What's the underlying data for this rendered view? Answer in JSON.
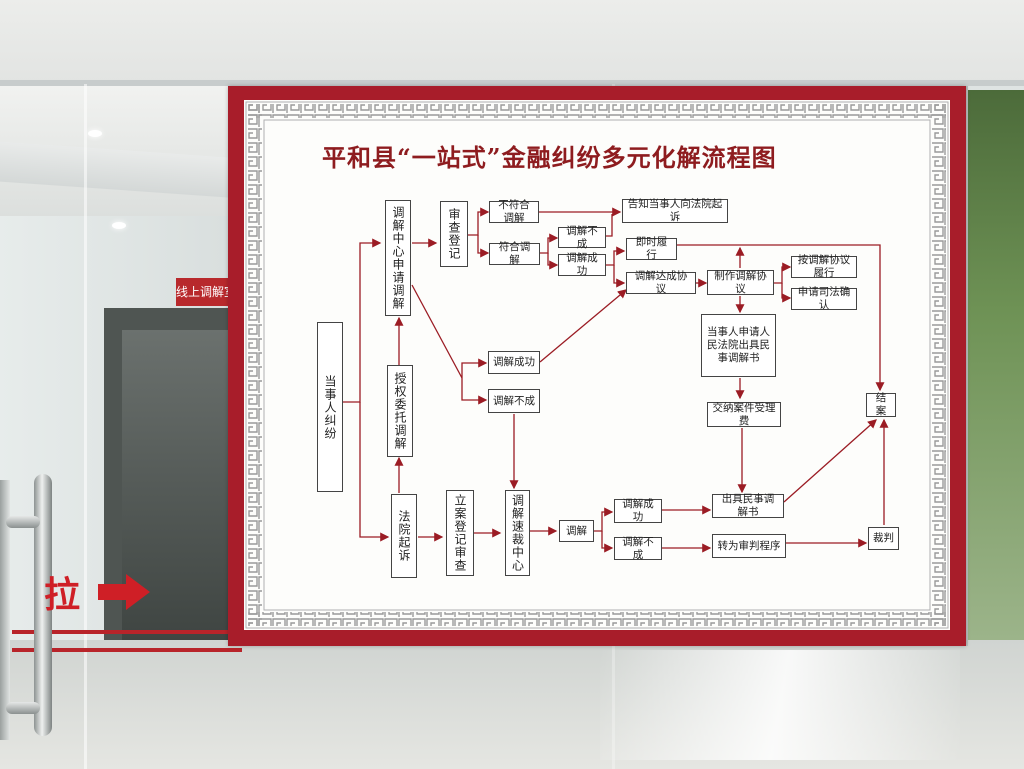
{
  "scene": {
    "door_label": "拉",
    "room_sign": "线上调解室"
  },
  "poster": {
    "title": "平和县“一站式”金融纠纷多元化解流程图",
    "nodes": {
      "party": "当事人纠纷",
      "mediation_center_apply": "调解中心申请调解",
      "authorize": "授权委托调解",
      "court_suit": "法院起诉",
      "review_register": "审查登记",
      "not_fit": "不符合调解",
      "fit": "符合调解",
      "notify_court": "告知当事人向法院起诉",
      "mediation_fail_1": "调解不成",
      "mediation_success_1": "调解成功",
      "immediate_perform": "即时履行",
      "agreement_reached": "调解达成协议",
      "make_agreement": "制作调解协议",
      "perform_by_agreement": "按调解协议履行",
      "judicial_confirm": "申请司法确认",
      "apply_court_doc": "当事人申请人民法院出具民事调解书",
      "pay_fee": "交纳案件受理费",
      "mediation_success_2": "调解成功",
      "mediation_fail_2": "调解不成",
      "close_case": "结案",
      "filing_review": "立案登记审查",
      "speedy_center": "调解速裁中心",
      "mediate": "调解",
      "mediation_success_3": "调解成功",
      "mediation_fail_3": "调解不成",
      "issue_doc": "出具民事调解书",
      "to_trial": "转为审判程序",
      "judgment": "裁判"
    }
  },
  "colors": {
    "poster_red": "#a81d2a",
    "arrow_red": "#9b1c24",
    "door_text_red": "#cf1f26"
  }
}
